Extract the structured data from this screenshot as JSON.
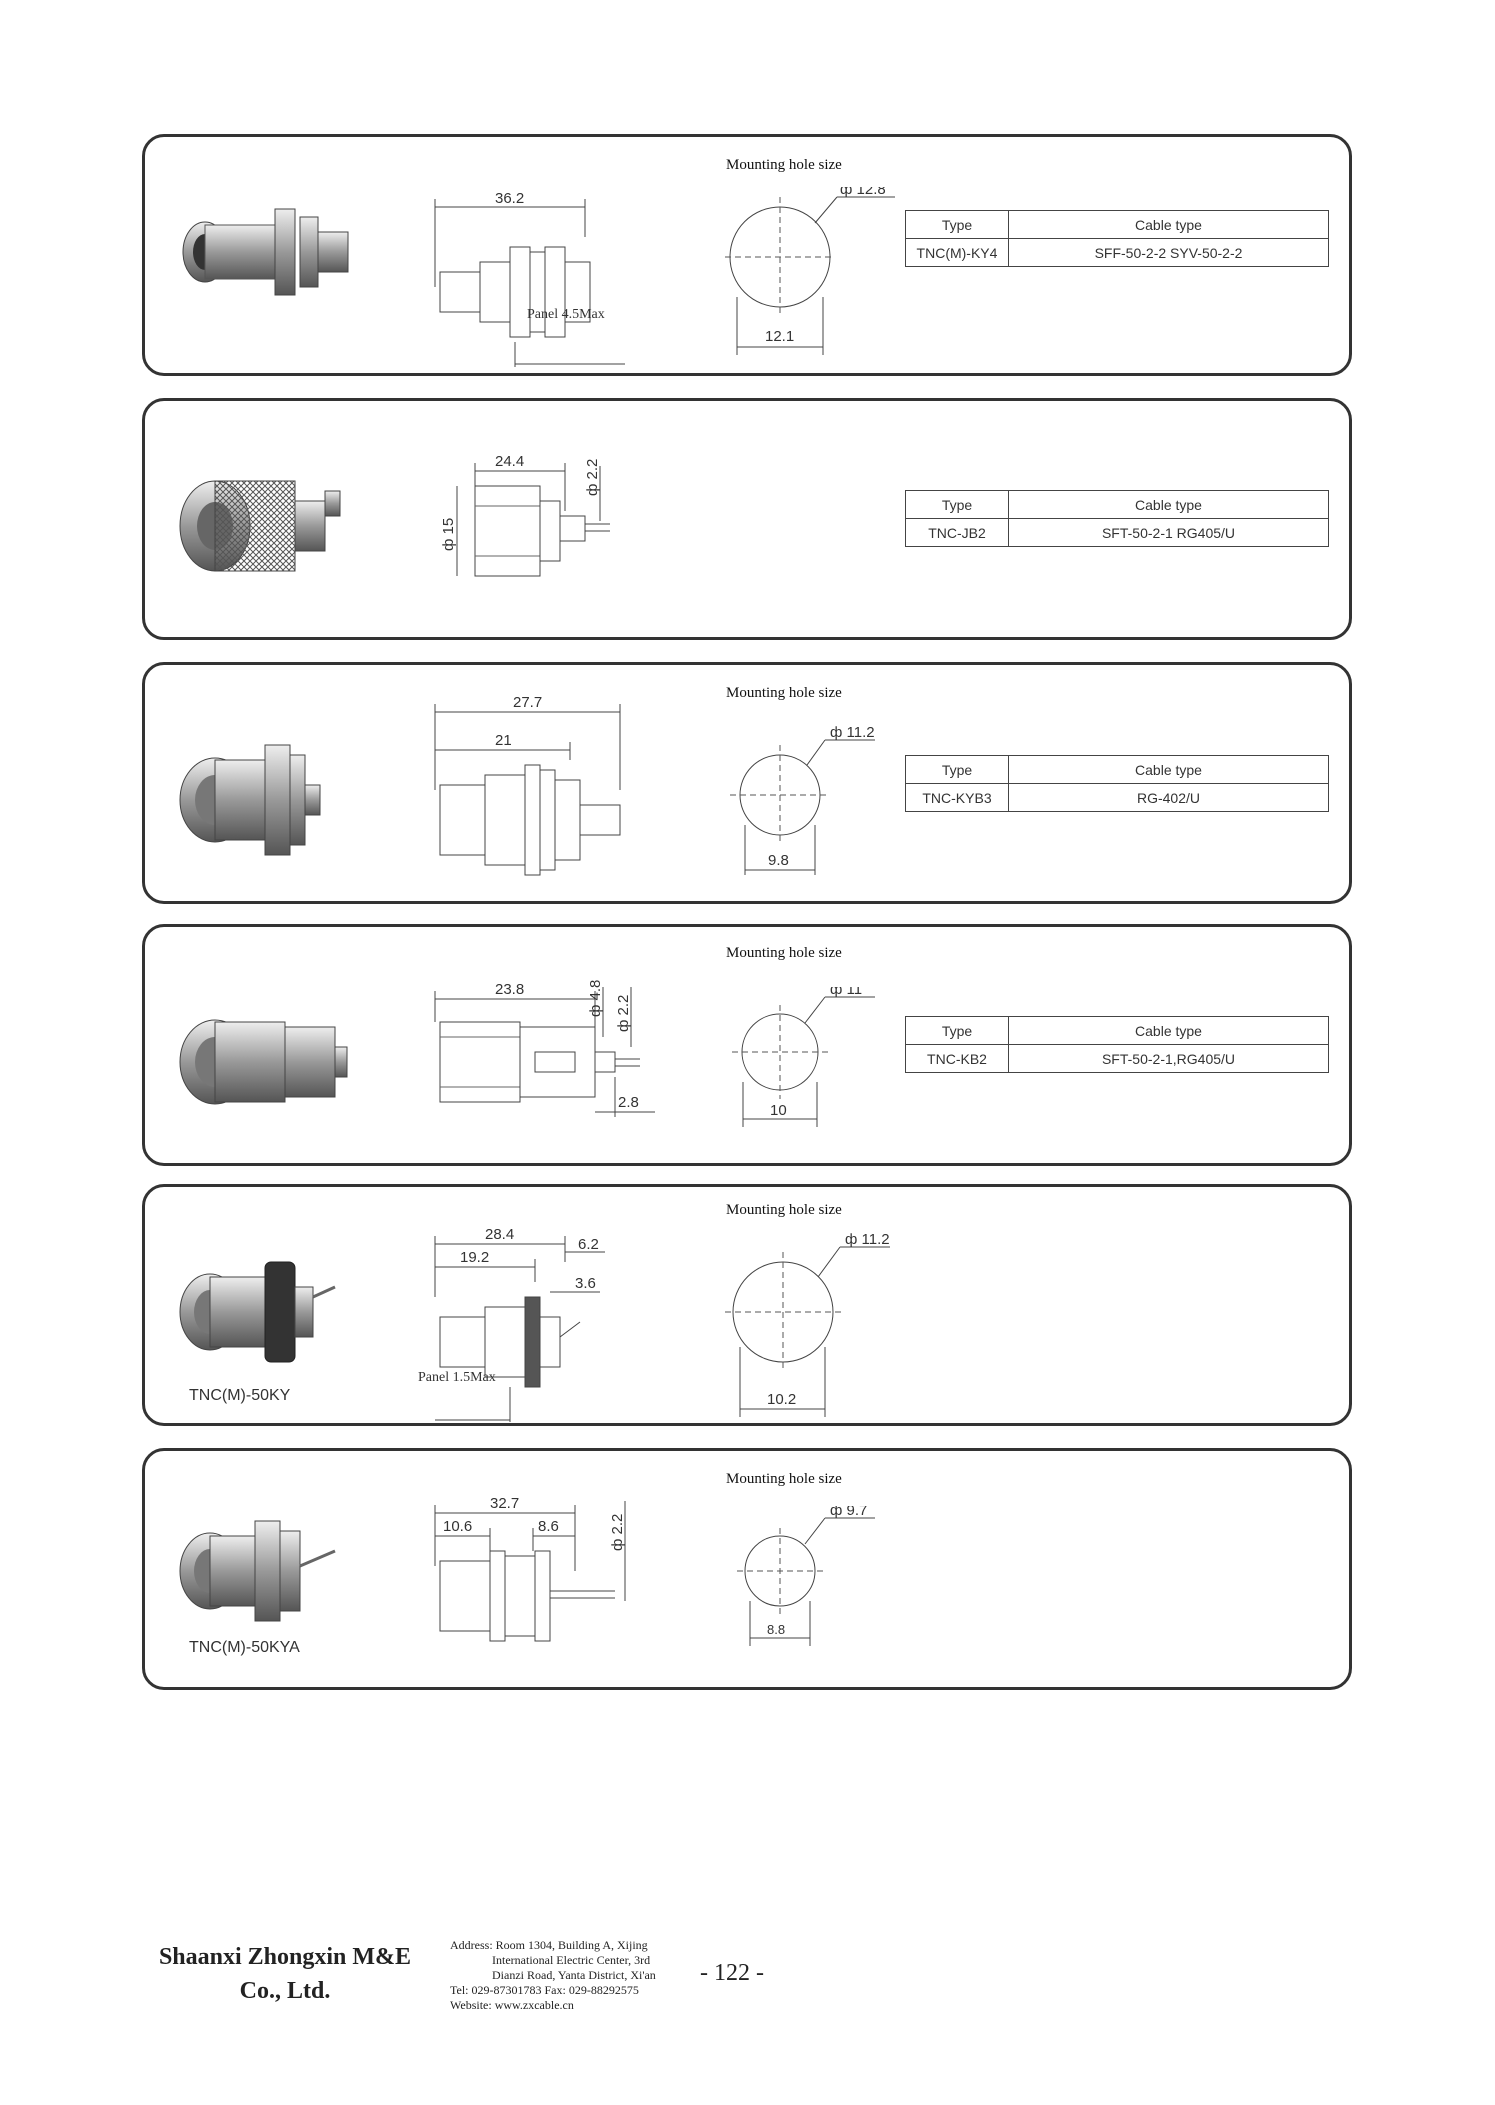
{
  "rows": [
    {
      "mounting_label": "Mounting hole size",
      "dims": {
        "length": "36.2",
        "hole_dia": "ф 12.8",
        "hole_flat": "12.1",
        "panel": "Panel 4.5Max"
      },
      "table": {
        "h_type": "Type",
        "h_cable": "Cable type",
        "type": "TNC(M)-KY4",
        "cable": "SFF-50-2-2   SYV-50-2-2"
      }
    },
    {
      "dims": {
        "length": "24.4",
        "dia": "ф 15",
        "pin": "ф 2.2"
      },
      "table": {
        "h_type": "Type",
        "h_cable": "Cable type",
        "type": "TNC-JB2",
        "cable": "SFT-50-2-1   RG405/U"
      }
    },
    {
      "mounting_label": "Mounting hole size",
      "dims": {
        "length": "27.7",
        "length2": "21",
        "hole_dia": "ф 11.2",
        "hole_flat": "9.8"
      },
      "table": {
        "h_type": "Type",
        "h_cable": "Cable type",
        "type": "TNC-KYB3",
        "cable": "RG-402/U"
      }
    },
    {
      "mounting_label": "Mounting hole size",
      "dims": {
        "length": "23.8",
        "d1": "ф 4.8",
        "d2": "ф 2.2",
        "tail": "2.8",
        "hole_dia": "ф 11",
        "hole_flat": "10"
      },
      "table": {
        "h_type": "Type",
        "h_cable": "Cable type",
        "type": "TNC-KB2",
        "cable": "SFT-50-2-1,RG405/U"
      }
    },
    {
      "mounting_label": "Mounting hole size",
      "model": "TNC(M)-50KY",
      "dims": {
        "length": "28.4",
        "length2": "19.2",
        "a": "6.2",
        "b": "3.6",
        "panel": "Panel 1.5Max",
        "hole_dia": "ф 11.2",
        "hole_flat": "10.2"
      }
    },
    {
      "mounting_label": "Mounting hole size",
      "model": "TNC(M)-50KYA",
      "dims": {
        "length": "32.7",
        "a": "10.6",
        "b": "8.6",
        "pin": "ф 2.2",
        "hole_dia": "ф 9.7",
        "hole_flat": "8.8"
      }
    }
  ],
  "footer": {
    "company_line1": "Shaanxi Zhongxin M&E",
    "company_line2": "Co., Ltd.",
    "address1": "Address: Room 1304, Building A, Xijing",
    "address2": "International Electric Center, 3rd",
    "address3": "Dianzi Road, Yanta District, Xi'an",
    "tel_fax": "Tel: 029-87301783    Fax: 029-88292575",
    "website": "Website: www.zxcable.cn",
    "page": "- 122 -"
  }
}
